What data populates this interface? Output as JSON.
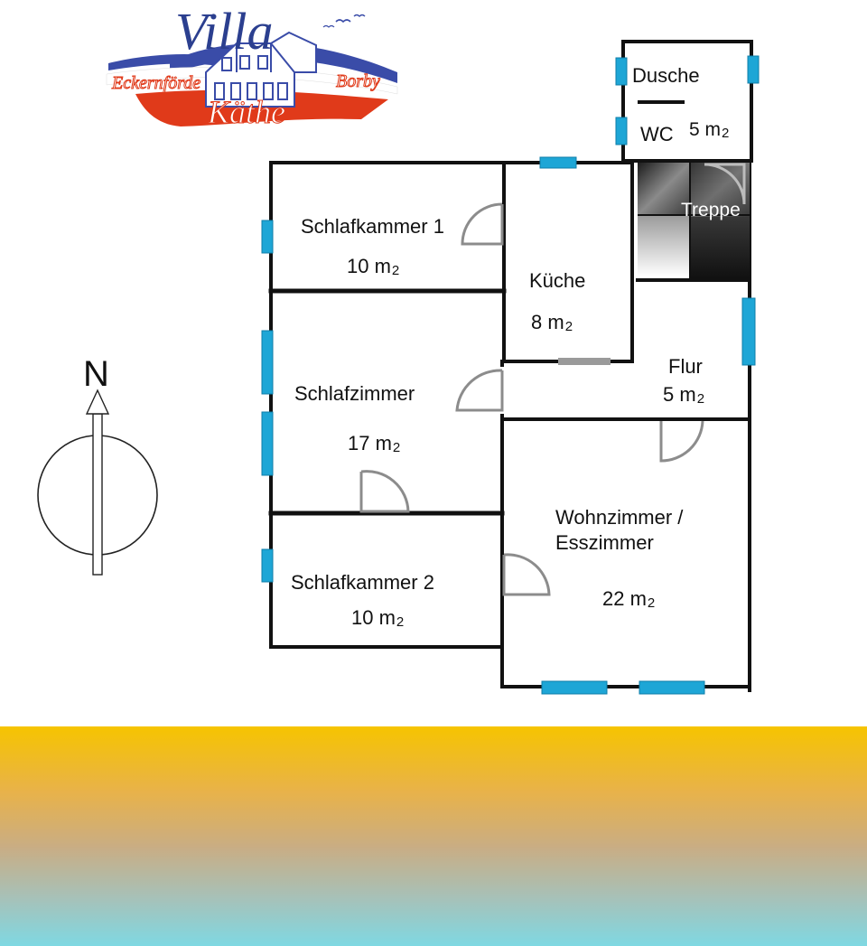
{
  "logo": {
    "brand_top": "Villa",
    "brand_bottom": "Käthe",
    "left_place": "Eckernförde",
    "right_place": "Borby",
    "colors": {
      "blue": "#3a4ca8",
      "red": "#e03a1a",
      "navy": "#2b3f8f"
    }
  },
  "compass": {
    "letter": "N"
  },
  "rooms": [
    {
      "key": "dusche",
      "name": "Dusche",
      "area": ""
    },
    {
      "key": "wc",
      "name": "WC",
      "area": "5 m",
      "unit": "2"
    },
    {
      "key": "schlafkammer1",
      "name": "Schlafkammer 1",
      "area": "10 m",
      "unit": "2"
    },
    {
      "key": "kueche",
      "name": "Küche",
      "area": "8 m",
      "unit": "2"
    },
    {
      "key": "treppe",
      "name": "Treppe",
      "area": ""
    },
    {
      "key": "schlafzimmer",
      "name": "Schlafzimmer",
      "area": "17 m",
      "unit": "2"
    },
    {
      "key": "flur",
      "name": "Flur",
      "area": "5 m",
      "unit": "2"
    },
    {
      "key": "wohnzimmer",
      "name": "Wohnzimmer /",
      "name2": "Esszimmer",
      "area": "22 m",
      "unit": "2"
    },
    {
      "key": "schlafkammer2",
      "name": "Schlafkammer 2",
      "area": "10 m",
      "unit": "2"
    }
  ],
  "colors": {
    "wall": "#111111",
    "window": "#1ea6d6",
    "door": "#8c8c8c",
    "band_top": "#f6c400",
    "band_bottom": "#7fd8e2"
  }
}
